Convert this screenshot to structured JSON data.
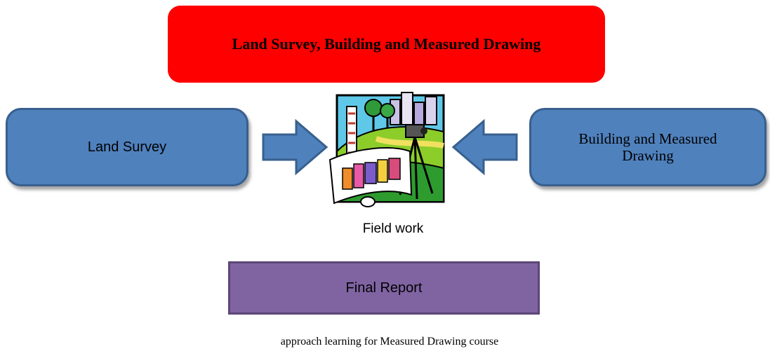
{
  "title": "Land Survey, Building and Measured Drawing",
  "left_box": {
    "label": "Land Survey"
  },
  "right_box": {
    "label": "Building and Measured Drawing"
  },
  "center": {
    "image_icon": "field-work-clipart-icon",
    "label": "Field work"
  },
  "report_box": {
    "label": "Final Report"
  },
  "caption": "approach learning for Measured Drawing course",
  "colors": {
    "title_fill": "#ff0000",
    "side_fill": "#4f81bd",
    "report_fill": "#8064a2"
  }
}
